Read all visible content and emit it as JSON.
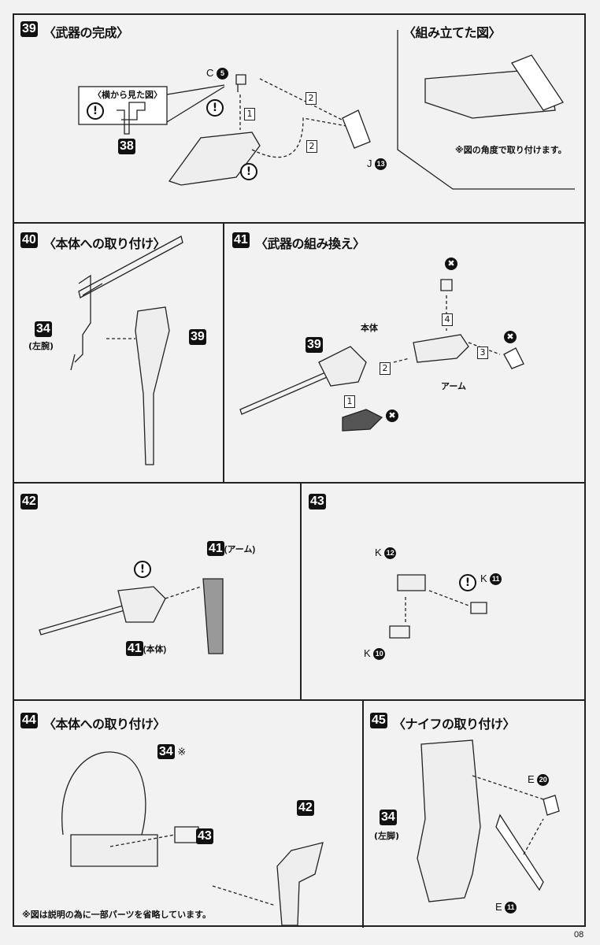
{
  "page_number": "08",
  "step39": {
    "num": "39",
    "title": "〈武器の完成〉",
    "assembled_title": "〈組み立てた図〉",
    "side_view": "〈横から見た図〉",
    "part_c": "C",
    "part_c_num": "5",
    "part_j": "J",
    "part_j_num": "13",
    "ref_38": "38",
    "step1": "1",
    "step2a": "2",
    "step2b": "2",
    "note": "※図の角度で取り付けます。",
    "warn": "!"
  },
  "step40": {
    "num": "40",
    "title": "〈本体への取り付け〉",
    "ref_34": "34",
    "ref_34_label": "(左腕)",
    "ref_39": "39"
  },
  "step41": {
    "num": "41",
    "title": "〈武器の組み換え〉",
    "ref_39": "39",
    "body_label": "本体",
    "arm_label": "アーム",
    "s1": "1",
    "s2": "2",
    "s3": "3",
    "s4": "4",
    "remove": "✖"
  },
  "step42": {
    "num": "42",
    "ref_arm": "41",
    "arm_label": "(アーム)",
    "ref_body": "41",
    "body_label": "(本体)",
    "warn": "!"
  },
  "step43": {
    "num": "43",
    "k12": "K",
    "k12_num": "12",
    "k11": "K",
    "k11_num": "11",
    "k10": "K",
    "k10_num": "10",
    "warn": "!"
  },
  "step44": {
    "num": "44",
    "title": "〈本体への取り付け〉",
    "ref_34": "34",
    "ref_34_mark": "※",
    "ref_43": "43",
    "ref_42": "42",
    "note": "※図は説明の為に一部パーツを省略しています。"
  },
  "step45": {
    "num": "45",
    "title": "〈ナイフの取り付け〉",
    "ref_34": "34",
    "ref_34_label": "(左脚)",
    "e20": "E",
    "e20_num": "20",
    "e11": "E",
    "e11_num": "11"
  }
}
